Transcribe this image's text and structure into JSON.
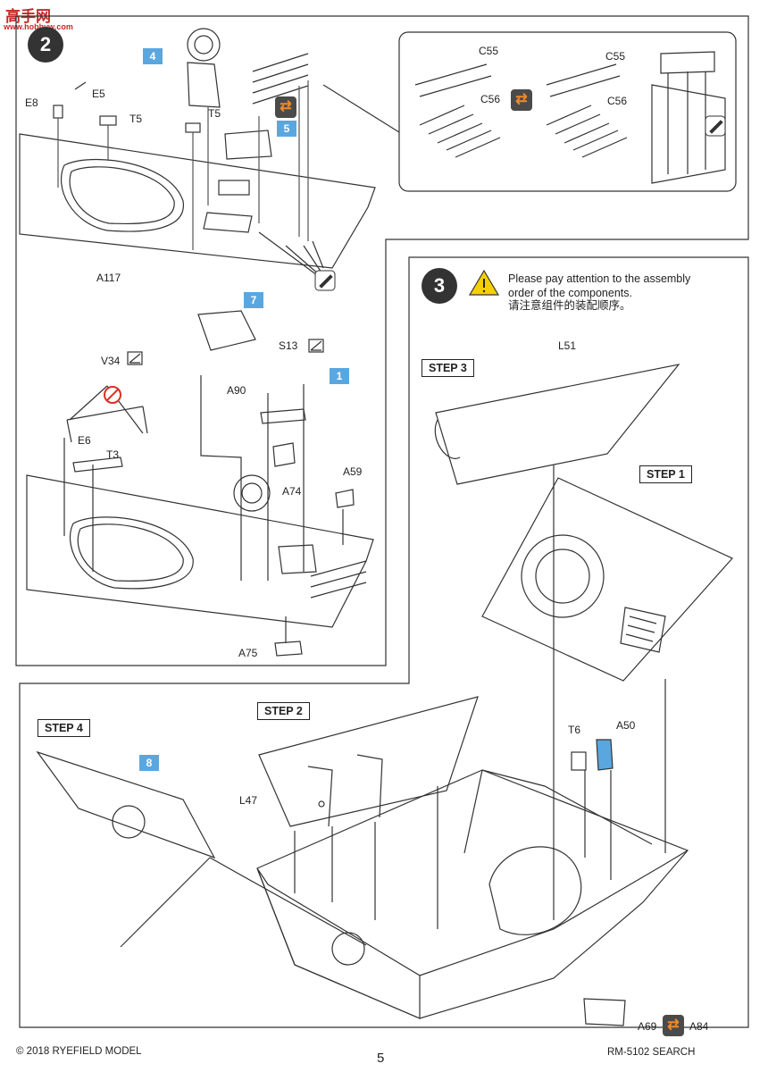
{
  "watermark": {
    "title": "高手网",
    "sub": "www.hobbyw.com"
  },
  "steps": {
    "s2": {
      "number": "2"
    },
    "s3": {
      "number": "3",
      "note_en": "Please pay attention to the assembly\norder of the components.",
      "note_cn": "请注意组件的装配顺序。"
    }
  },
  "sub_steps": {
    "step1": "STEP 1",
    "step2": "STEP 2",
    "step3": "STEP 3",
    "step4": "STEP 4"
  },
  "parts": {
    "E8": "E8",
    "E5": "E5",
    "T5a": "T5",
    "T5b": "T5",
    "A117": "A117",
    "C55a": "C55",
    "C55b": "C55",
    "C56a": "C56",
    "C56b": "C56",
    "V34": "V34",
    "E6": "E6",
    "T3": "T3",
    "S13": "S13",
    "A90": "A90",
    "A74": "A74",
    "A59": "A59",
    "A75": "A75",
    "L51": "L51",
    "L47": "L47",
    "T6": "T6",
    "A50": "A50",
    "A69": "A69",
    "A84": "A84"
  },
  "callouts": {
    "c4": "4",
    "c5": "5",
    "c7": "7",
    "c1": "1",
    "c8": "8"
  },
  "footer": {
    "copyright": "© 2018 RYEFIELD MODEL",
    "page": "5",
    "product": "RM-5102 SEARCH"
  },
  "colors": {
    "callout": "#5aa7e0",
    "accent": "#f08a2a",
    "warning": "#f5d000",
    "no_glue": "#d93025"
  }
}
